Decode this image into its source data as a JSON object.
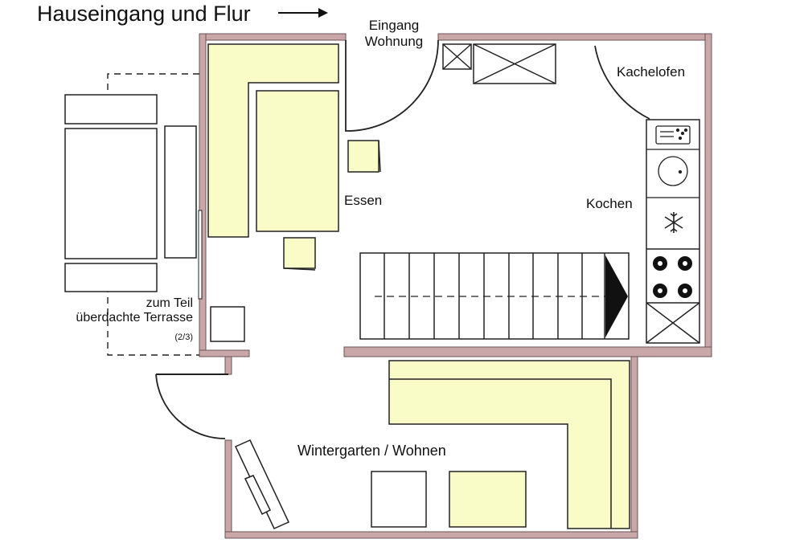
{
  "labels": {
    "entrance_title": "Hauseingang und Flur",
    "entrance_apartment_line1": "Eingang",
    "entrance_apartment_line2": "Wohnung",
    "tiled_stove": "Kachelofen",
    "dining": "Essen",
    "cooking": "Kochen",
    "terrace_line1": "zum Teil",
    "terrace_line2": "überdachte Terrasse",
    "terrace_fraction": "(2/3)",
    "living": "Wintergarten / Wohnen"
  },
  "icons": {
    "arrow": "arrow-right-icon",
    "freezer": "snowflake-icon",
    "stairs_direction": "triangle-right-icon"
  },
  "colors": {
    "wall": "#c9a7a9",
    "furniture": "#fafcc8",
    "line": "#222222",
    "background": "#ffffff"
  }
}
